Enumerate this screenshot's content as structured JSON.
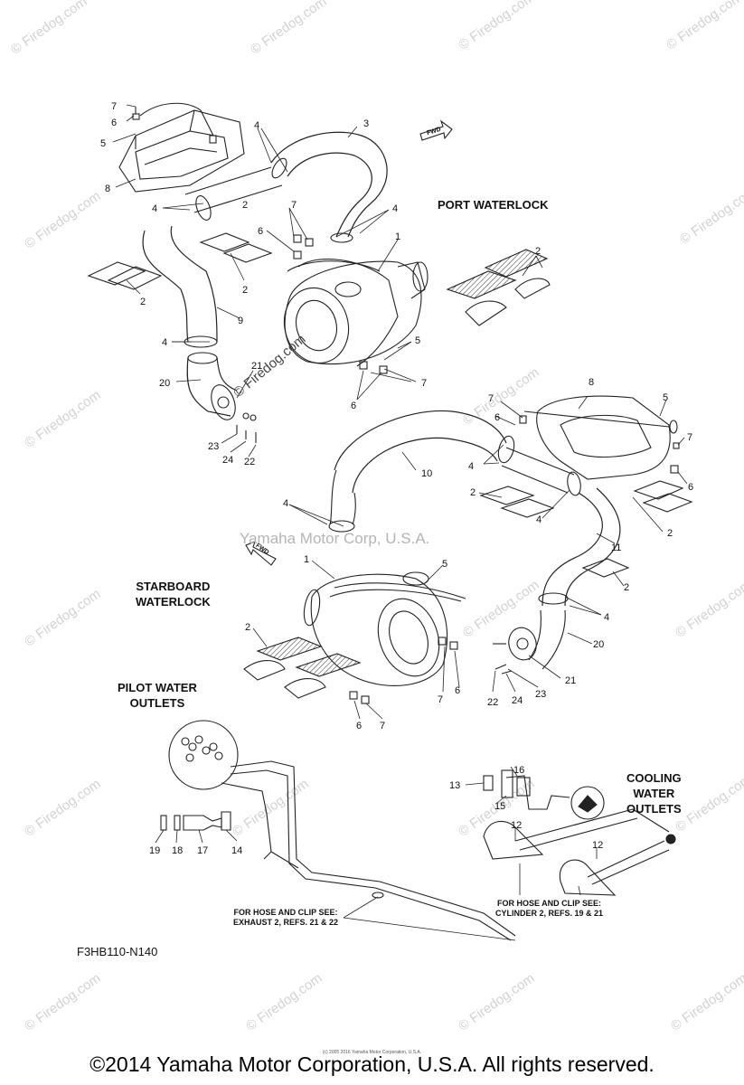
{
  "titles": {
    "port": "PORT WATERLOCK",
    "starboard_line1": "STARBOARD",
    "starboard_line2": "WATERLOCK",
    "pilot_line1": "PILOT WATER",
    "pilot_line2": "OUTLETS",
    "cooling_line1": "COOLING",
    "cooling_line2": "WATER",
    "cooling_line3": "OUTLETS"
  },
  "notes": {
    "exhaust_line1": "FOR HOSE AND CLIP SEE:",
    "exhaust_line2": "EXHAUST 2, REFS. 21 & 22",
    "cylinder_line1": "FOR HOSE AND CLIP SEE:",
    "cylinder_line2": "CYLINDER 2, REFS. 19 & 21"
  },
  "diagram_code": "F3HB110-N140",
  "fwd_label": "FWD",
  "center_watermark": "Yamaha Motor Corp, U.S.A.",
  "rotated_watermark": "© Firedog.com",
  "watermark_text": "© Firedog.com",
  "fine_print": "(c) 2005 2016 Yamaha Motor Corporation, U.S.A.",
  "copyright": "©2014 Yamaha Motor Corporation, U.S.A. All rights reserved.",
  "callouts": {
    "c1": "7",
    "c2": "6",
    "c3": "5",
    "c4": "8",
    "c5": "4",
    "c6": "3",
    "c7": "4",
    "c8": "7",
    "c9": "4",
    "c10": "6",
    "c11": "2",
    "c12": "1",
    "c13": "2",
    "c14": "2",
    "c15": "2",
    "c16": "9",
    "c17": "4",
    "c18": "5",
    "c19": "7",
    "c20": "6",
    "c21": "21",
    "c22": "20",
    "c23": "23",
    "c24": "24",
    "c25": "22",
    "c26": "8",
    "c27": "7",
    "c28": "5",
    "c29": "6",
    "c30": "7",
    "c31": "4",
    "c32": "10",
    "c33": "6",
    "c34": "2",
    "c35": "4",
    "c36": "2",
    "c37": "4",
    "c38": "11",
    "c39": "2",
    "c40": "4",
    "c41": "20",
    "c42": "1",
    "c43": "5",
    "c44": "2",
    "c45": "7",
    "c46": "6",
    "c47": "22",
    "c48": "24",
    "c49": "23",
    "c50": "21",
    "c51": "6",
    "c52": "7",
    "c53": "13",
    "c54": "16",
    "c55": "15",
    "c56": "12",
    "c57": "12",
    "c58": "19",
    "c59": "18",
    "c60": "17",
    "c61": "14"
  }
}
